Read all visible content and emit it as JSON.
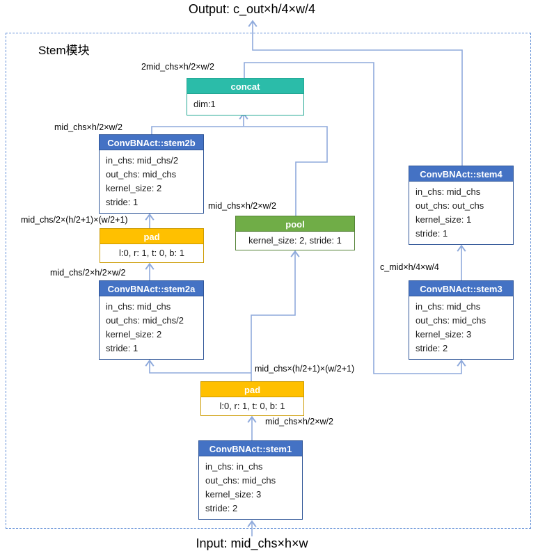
{
  "page": {
    "output_label": "Output: c_out×h/4×w/4",
    "input_label": "Input: mid_chs×h×w",
    "module_title": "Stem模块"
  },
  "colors": {
    "blue_fill": "#4472C4",
    "blue_border": "#2F5597",
    "teal_fill": "#2BBCA9",
    "teal_border": "#23A794",
    "gold_fill": "#FFC000",
    "gold_border": "#CC9A00",
    "green_fill": "#70AD47",
    "green_border": "#538135",
    "edge": "#8FAADC",
    "boundary": "#6390D8",
    "text": "#1a1a1a"
  },
  "nodes": {
    "concat": {
      "header": "concat",
      "lines": [
        "dim:1"
      ]
    },
    "stem2b": {
      "header": "ConvBNAct::stem2b",
      "lines": [
        "in_chs: mid_chs/2",
        "out_chs: mid_chs",
        "kernel_size: 2",
        "stride: 1"
      ]
    },
    "pad_left": {
      "header": "pad",
      "lines": [
        "l:0, r: 1, t: 0, b: 1"
      ]
    },
    "stem2a": {
      "header": "ConvBNAct::stem2a",
      "lines": [
        "in_chs: mid_chs",
        "out_chs: mid_chs/2",
        "kernel_size: 2",
        "stride: 1"
      ]
    },
    "pool": {
      "header": "pool",
      "lines": [
        "kernel_size: 2, stride: 1"
      ]
    },
    "stem4": {
      "header": "ConvBNAct::stem4",
      "lines": [
        "in_chs: mid_chs",
        "out_chs: out_chs",
        "kernel_size: 1",
        "stride: 1"
      ]
    },
    "stem3": {
      "header": "ConvBNAct::stem3",
      "lines": [
        "in_chs: mid_chs",
        "out_chs: mid_chs",
        "kernel_size: 3",
        "stride: 2"
      ]
    },
    "pad_bottom": {
      "header": "pad",
      "lines": [
        "l:0, r: 1, t: 0, b: 1"
      ]
    },
    "stem1": {
      "header": "ConvBNAct::stem1",
      "lines": [
        "in_chs: in_chs",
        "out_chs: mid_chs",
        "kernel_size: 3",
        "stride: 2"
      ]
    }
  },
  "edge_labels": {
    "concat_out": "2mid_chs×h/2×w/2",
    "stem2b_out": "mid_chs×h/2×w/2",
    "pad_left_out": "mid_chs/2×(h/2+1)×(w/2+1)",
    "stem2a_out": "mid_chs/2×h/2×w/2",
    "pool_out": "mid_chs×h/2×w/2",
    "stem3_out": "c_mid×h/4×w/4",
    "pad_bottom_out": "mid_chs×(h/2+1)×(w/2+1)",
    "stem1_out": "mid_chs×h/2×w/2"
  }
}
